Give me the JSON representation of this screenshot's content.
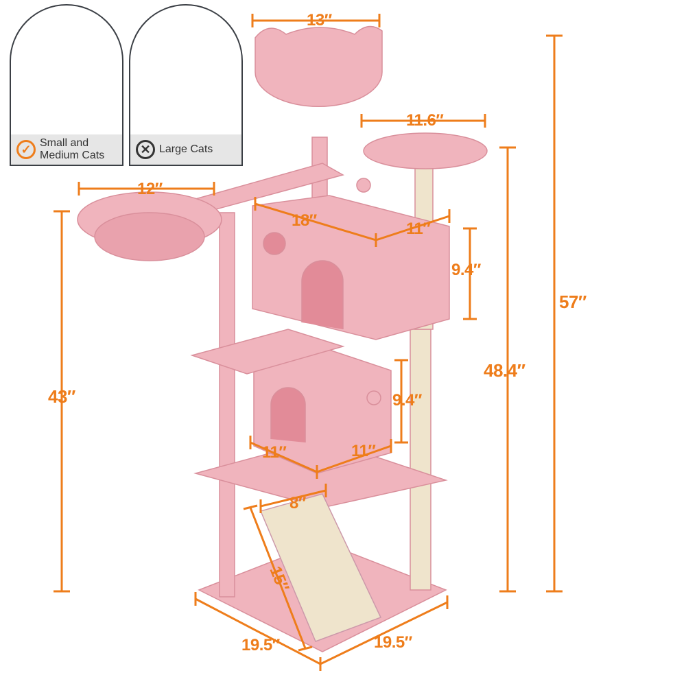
{
  "badges": {
    "suitable": {
      "label": "Small and Medium Cats",
      "icon": "check-circle-icon",
      "color": "#ee7d1b"
    },
    "unsuitable": {
      "label": "Large Cats",
      "icon": "x-circle-icon",
      "color": "#333333"
    }
  },
  "dimensions": {
    "top_perch_width": "13″",
    "round_platform_width": "11.6″",
    "basket_width": "12″",
    "upper_condo_length": "18″",
    "upper_condo_depth": "11″",
    "upper_condo_height": "9.4″",
    "total_height": "57″",
    "round_platform_height": "48.4″",
    "basket_height": "43″",
    "lower_condo_height": "9.4″",
    "lower_condo_width": "11″",
    "lower_condo_depth": "11″",
    "ramp_width": "8″",
    "ramp_length": "15″",
    "base_width": "19.5″",
    "base_depth": "19.5″"
  },
  "colors": {
    "dimension": "#ee7d1b",
    "product": "#f0b4bd",
    "sisal": "#efe4cc"
  }
}
